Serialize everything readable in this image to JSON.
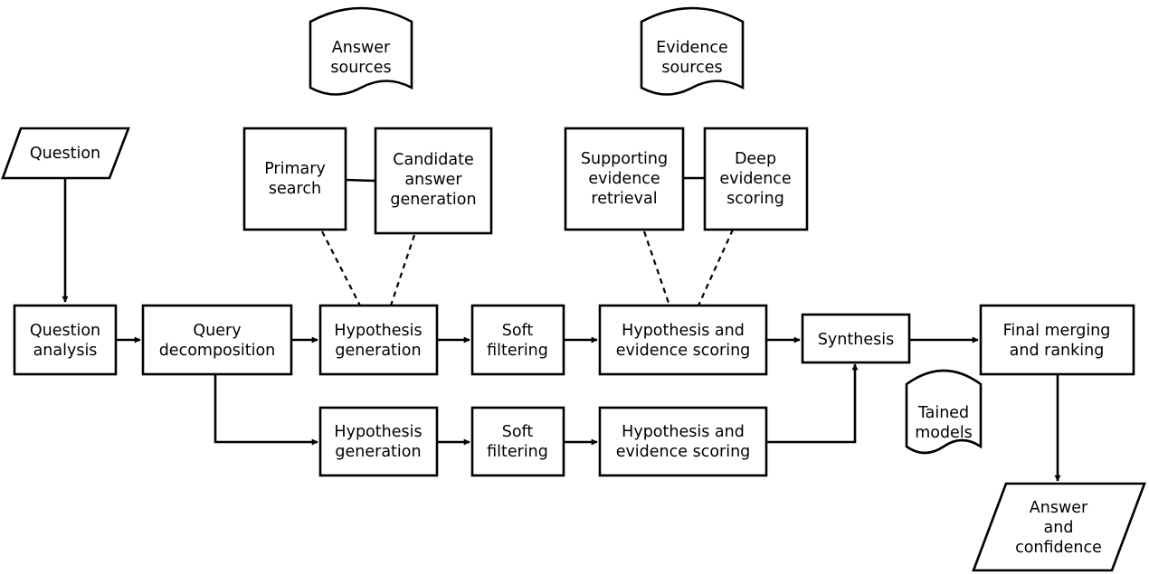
{
  "nodes": {
    "question": [
      "Question"
    ],
    "question_analysis": [
      "Question",
      "analysis"
    ],
    "query_decomposition": [
      "Query",
      "decomposition"
    ],
    "hypothesis_generation_top": [
      "Hypothesis",
      "generation"
    ],
    "soft_filtering_top": [
      "Soft",
      "filtering"
    ],
    "hypothesis_evidence_scoring_top": [
      "Hypothesis and",
      "evidence scoring"
    ],
    "synthesis": [
      "Synthesis"
    ],
    "final_merging": [
      "Final merging",
      "and ranking"
    ],
    "answer_confidence": [
      "Answer",
      "and",
      "confidence"
    ],
    "primary_search": [
      "Primary",
      "search"
    ],
    "candidate_answer_generation": [
      "Candidate",
      "answer",
      "generation"
    ],
    "supporting_evidence_retrieval": [
      "Supporting",
      "evidence",
      "retrieval"
    ],
    "deep_evidence_scoring": [
      "Deep",
      "evidence",
      "scoring"
    ],
    "answer_sources": [
      "Answer",
      "sources"
    ],
    "evidence_sources": [
      "Evidence",
      "sources"
    ],
    "trained_models": [
      "Tained",
      "models"
    ],
    "hypothesis_generation_bottom": [
      "Hypothesis",
      "generation"
    ],
    "soft_filtering_bottom": [
      "Soft",
      "filtering"
    ],
    "hypothesis_evidence_scoring_bottom": [
      "Hypothesis and",
      "evidence scoring"
    ]
  }
}
